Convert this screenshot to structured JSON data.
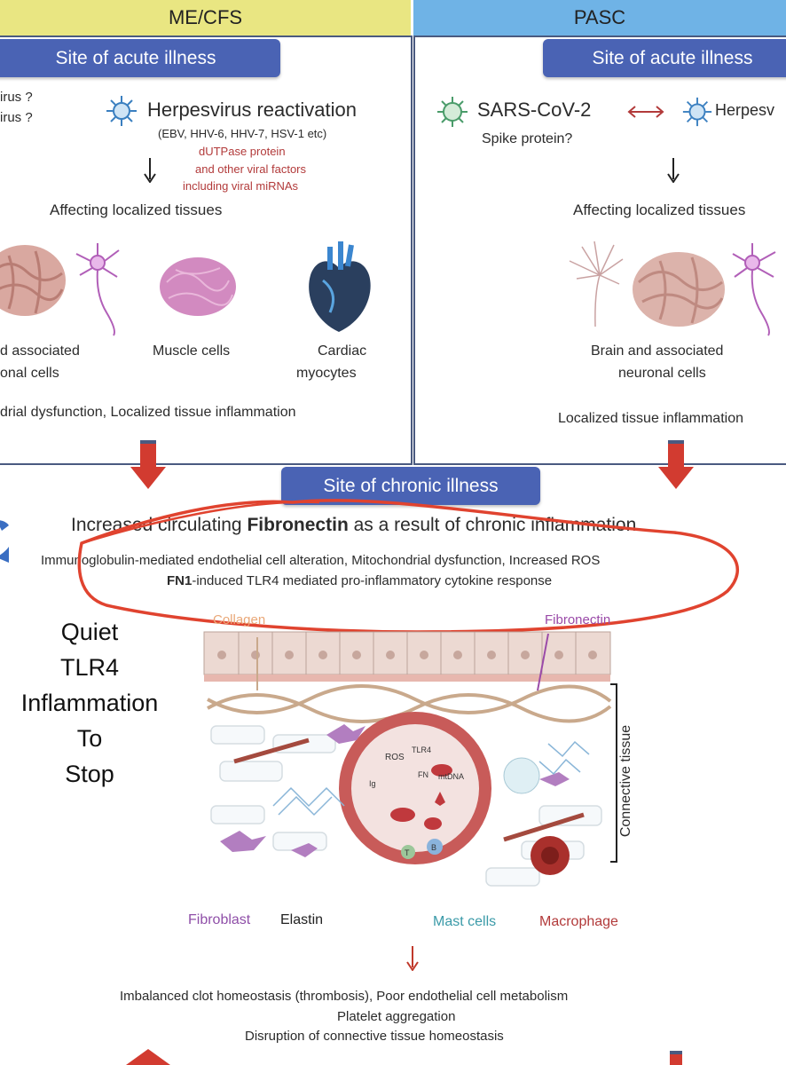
{
  "left": {
    "header": "ME/CFS",
    "site_label": "Site of acute illness",
    "virus_q1": "irus ?",
    "virus_q2": "irus ?",
    "herpes_title": "Herpesvirus reactivation",
    "herpes_list": "(EBV, HHV-6, HHV-7, HSV-1 etc)",
    "dutpase": [
      "dUTPase protein",
      "and other viral factors",
      "including viral miRNAs"
    ],
    "affecting": "Affecting localized tissues",
    "brain_label": [
      "d associated",
      "onal cells"
    ],
    "muscle_label": "Muscle cells",
    "cardiac_label": [
      "Cardiac",
      "myocytes"
    ],
    "dysfunction": "drial dysfunction, Localized tissue inflammation"
  },
  "right": {
    "header": "PASC",
    "site_label": "Site of acute illness",
    "sars": "SARS-CoV-2",
    "herpes_cut": "Herpesv",
    "spike": "Spike protein?",
    "affecting": "Affecting localized tissues",
    "brain_label": [
      "Brain and associated",
      "neuronal cells"
    ],
    "inflammation": "Localized tissue inflammation"
  },
  "chronic": {
    "site_label": "Site of chronic illness",
    "fibronectin_pre": "Increased circulating ",
    "fibronectin_bold": "Fibronectin",
    "fibronectin_post": " as a result of chronic inflammation",
    "line2": "Immunoglobulin-mediated endothelial cell alteration, Mitochondrial dysfunction, Increased ROS",
    "line3_bold": "FN1",
    "line3_rest": "-induced TLR4 mediated pro-inflammatory cytokine response"
  },
  "overlay_note": [
    "Quiet",
    "TLR4",
    "Inflammation",
    "To",
    "Stop"
  ],
  "tissue": {
    "collagen": "Collagen",
    "fibronectin": "Fibronectin",
    "connective": "Connective tissue",
    "fibroblast": "Fibroblast",
    "elastin": "Elastin",
    "mast": "Mast cells",
    "macrophage": "Macrophage",
    "ros": "ROS",
    "tlr4": "TLR4",
    "fn": "FN",
    "mtdna": "mtDNA",
    "ig": "Ig",
    "t": "T",
    "b": "B"
  },
  "outcome": [
    "Imbalanced clot homeostasis (thrombosis), Poor endothelial cell metabolism",
    "Platelet aggregation",
    "Disruption of connective tissue homeostasis"
  ],
  "colors": {
    "left_header": "#e9e682",
    "right_header": "#6fb3e6",
    "pill": "#4a63b4",
    "arrow_red": "#d23b30",
    "annot_red": "#e0432f"
  }
}
